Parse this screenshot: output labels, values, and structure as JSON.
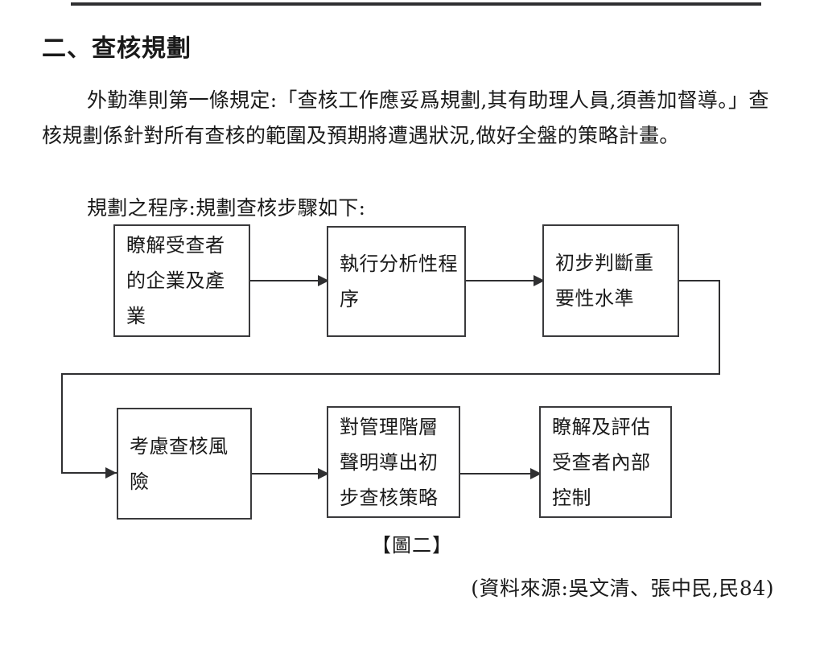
{
  "document": {
    "heading": "二、查核規劃",
    "paragraphs": [
      "外勤準則第一條規定:「查核工作應妥爲規劃,其有助理人員,須善加督導。」查核規劃係針對所有查核的範圍及預期將遭遇狀況,做好全盤的策略計畫。",
      "規劃之程序:規劃查核步驟如下:"
    ],
    "figure": {
      "caption": "【圖二】",
      "source": "(資料來源:吳文清、張中民,民84)",
      "nodes": [
        {
          "id": "node-1",
          "label": "瞭解受查者的企業及產業"
        },
        {
          "id": "node-2",
          "label": "執行分析性程序"
        },
        {
          "id": "node-3",
          "label": "初步判斷重要性水準"
        },
        {
          "id": "node-4",
          "label": "考慮查核風險"
        },
        {
          "id": "node-5",
          "label": "對管理階層聲明導出初步查核策略"
        },
        {
          "id": "node-6",
          "label": "瞭解及評估受查者內部控制"
        }
      ],
      "connectors": [
        {
          "from": "node-1",
          "to": "node-2",
          "style": "straight-arrow"
        },
        {
          "from": "node-2",
          "to": "node-3",
          "style": "straight-arrow"
        },
        {
          "from": "node-3",
          "to": "node-4",
          "style": "wrap-around-arrow"
        },
        {
          "from": "node-4",
          "to": "node-5",
          "style": "straight-arrow"
        },
        {
          "from": "node-5",
          "to": "node-6",
          "style": "straight-arrow"
        }
      ]
    }
  },
  "colors": {
    "rule": "#2f2f31",
    "box_border": "#3a3a3c",
    "text": "#1a1a1a",
    "page": "#ffffff"
  }
}
